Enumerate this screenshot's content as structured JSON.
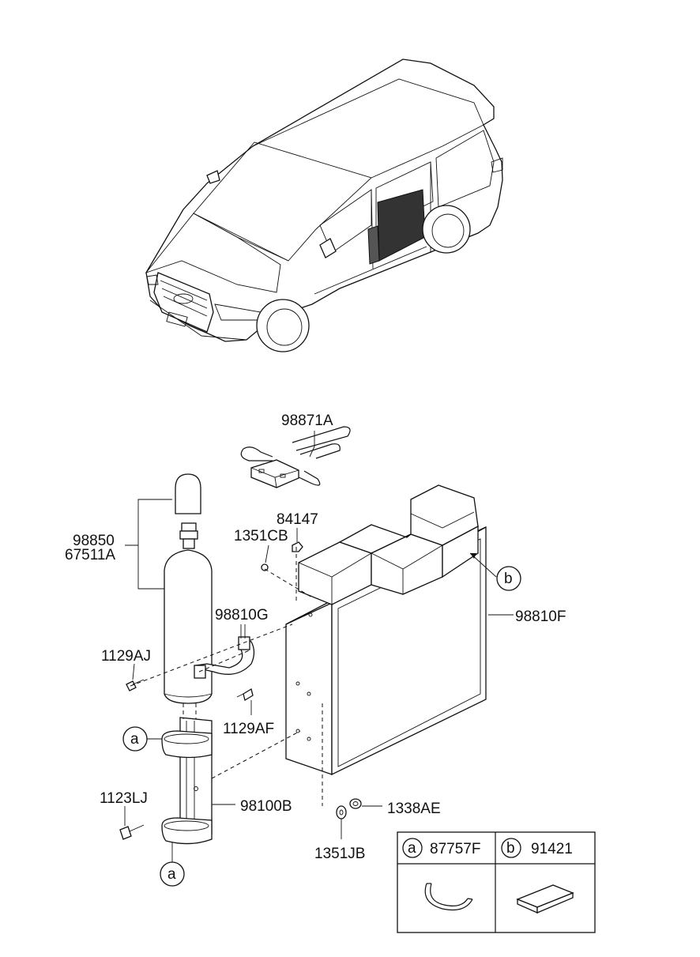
{
  "callouts": {
    "p98871A": "98871A",
    "p98850": "98850",
    "p67511A": "67511A",
    "p84147": "84147",
    "p1351CB": "1351CB",
    "p98810G": "98810G",
    "p98810F": "98810F",
    "p1129AJ": "1129AJ",
    "p1129AF": "1129AF",
    "p1123LJ": "1123LJ",
    "p98100B": "98100B",
    "p1338AE": "1338AE",
    "p1351JB": "1351JB",
    "ref_a_top": "a",
    "ref_a_bottom": "a",
    "ref_b": "b"
  },
  "legend": {
    "a_key": "a",
    "a_part": "87757F",
    "b_key": "b",
    "b_part": "91421"
  },
  "icons": [
    "van-illustration",
    "fire-extinguisher",
    "mounting-bracket",
    "first-aid-box",
    "warning-triangle",
    "clip",
    "pad"
  ]
}
